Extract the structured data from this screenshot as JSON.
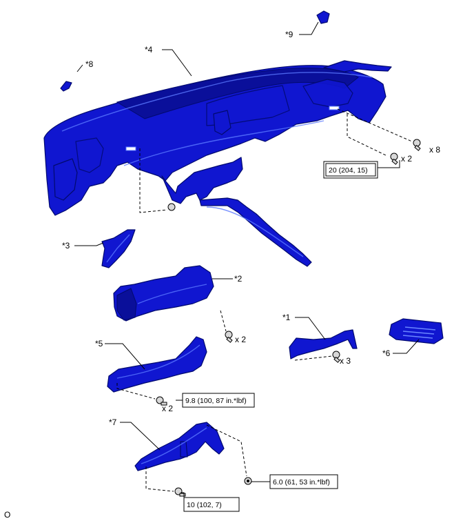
{
  "parts": {
    "p1": "*1",
    "p2": "*2",
    "p3": "*3",
    "p4": "*4",
    "p5": "*5",
    "p6": "*6",
    "p7": "*7",
    "p8": "*8",
    "p9": "*9"
  },
  "quantities": {
    "x8": "x 8",
    "x2_top": "x 2",
    "x2_duct": "x 2",
    "x3": "x 3",
    "x2_brace": "x 2"
  },
  "torques": {
    "t1": "20 (204, 15)",
    "t2": "9.8 (100, 87 in.*lbf)",
    "t3": "6.0 (61, 53 in.*lbf)",
    "t4": "10 (102, 7)"
  },
  "corner_mark": "O",
  "colors": {
    "part_fill": "#1016d0",
    "part_edge": "#020a6e"
  }
}
